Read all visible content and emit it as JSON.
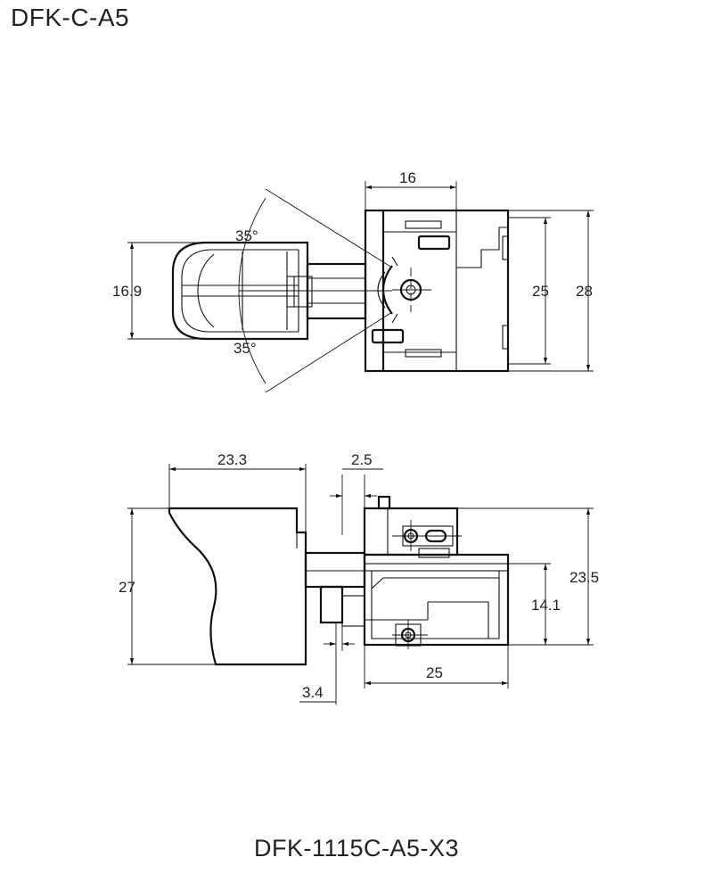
{
  "header": {
    "title": "DFK-C-A5"
  },
  "footer": {
    "model": "DFK-1115C-A5-X3"
  },
  "top_view": {
    "dims": {
      "width_16": "16",
      "height_25": "25",
      "height_28": "28",
      "trigger_16_9": "16.9",
      "angle_top": "35°",
      "angle_bottom": "35°"
    }
  },
  "side_view": {
    "dims": {
      "trigger_width_23_3": "23.3",
      "offset_2_5": "2.5",
      "height_27": "27",
      "height_23_5": "23.5",
      "height_14_1": "14.1",
      "width_25": "25",
      "offset_3_4": "3.4"
    }
  }
}
